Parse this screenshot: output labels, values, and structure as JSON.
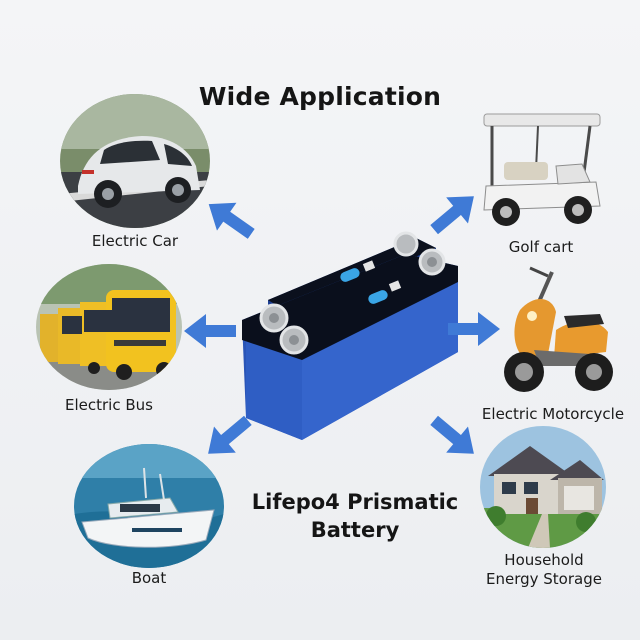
{
  "title": "Wide Application",
  "product": {
    "line1": "Lifepo4 Prismatic",
    "line2": "Battery"
  },
  "applications": [
    {
      "label": "Electric Car"
    },
    {
      "label": "Golf cart"
    },
    {
      "label": "Electric Bus"
    },
    {
      "label": "Electric Motorcycle"
    },
    {
      "label": "Boat"
    },
    {
      "label_line1": "Household",
      "label_line2": "Energy Storage"
    }
  ],
  "colors": {
    "arrow": "#3f7ad6",
    "battery_body": "#2a55b7",
    "battery_top": "#0a0f1c",
    "text": "#1b1b1b"
  },
  "icons": [
    "arrow-icon",
    "battery-cell-icon",
    "terminal-icon",
    "safety-vent-icon"
  ]
}
